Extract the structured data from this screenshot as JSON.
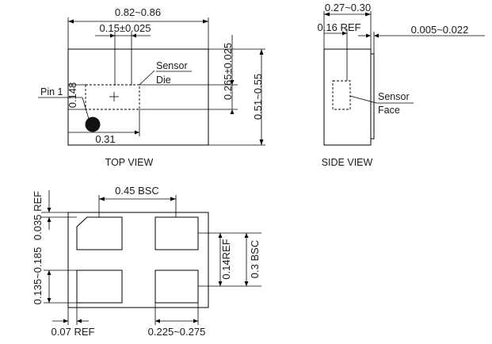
{
  "top_view": {
    "caption": "TOP VIEW",
    "width_dim": "0.82~0.86",
    "die_width_dim": "0.15±0.025",
    "sensor_label_1": "Sensor",
    "sensor_label_2": "Die",
    "pin_label": "Pin 1",
    "die_offset_dim": "0.148",
    "height_dim": "0.51~0.55",
    "die_height_dim": "0.265±0.025",
    "bottom_dim": "0.31"
  },
  "side_view": {
    "caption": "SIDE VIEW",
    "thickness_dim": "0.27~0.30",
    "ref_dim": "0.16 REF",
    "pad_dim": "0.005~0.022",
    "sensor_label_1": "Sensor",
    "sensor_label_2": "Face"
  },
  "bottom_view": {
    "pitch_x_dim": "0.45 BSC",
    "top_ref_dim": "0.035 REF",
    "pad_length_dim": "0.135~0.185",
    "pad_height_dim": "0.14REF",
    "pitch_y_dim": "0.3 BSC",
    "left_ref_dim": "0.07 REF",
    "pad_width_dim": "0.225~0.275"
  }
}
